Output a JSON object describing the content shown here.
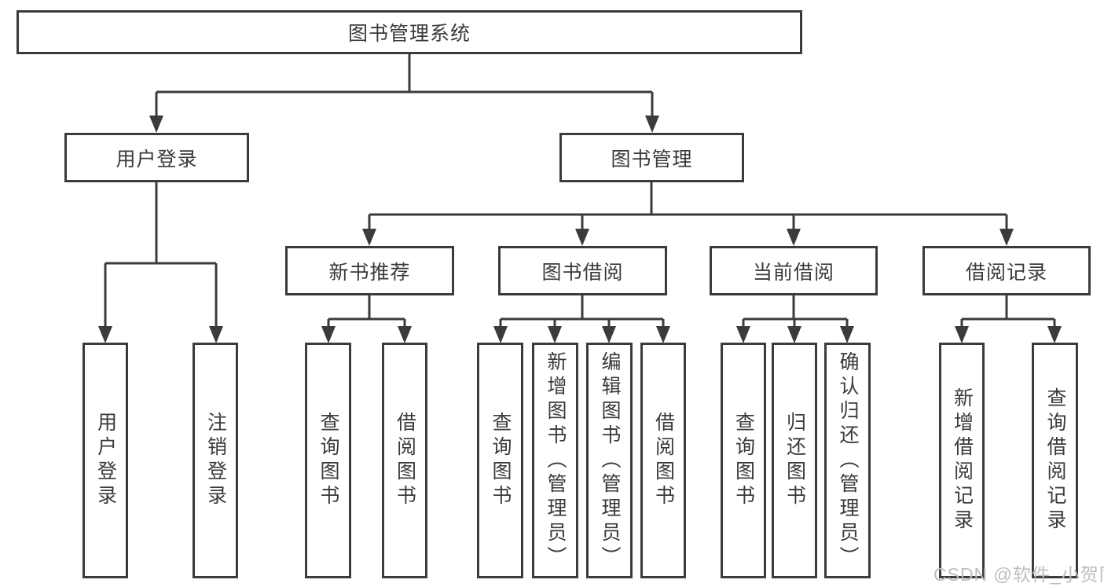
{
  "diagram": {
    "title": "图书管理系统",
    "level2": {
      "user_login": "用户登录",
      "book_mgmt": "图书管理"
    },
    "level3": {
      "new_book_rec": "新书推荐",
      "book_borrow": "图书借阅",
      "current_borrow": "当前借阅",
      "borrow_record": "借阅记录"
    },
    "leaves": {
      "user_login": "用户登录",
      "logout": "注销登录",
      "nbr_query": "查询图书",
      "nbr_borrow": "借阅图书",
      "bb_query": "查询图书",
      "bb_add": "新增图书（管理员）",
      "bb_edit": "编辑图书（管理员）",
      "bb_borrow": "借阅图书",
      "cb_query": "查询图书",
      "cb_return": "归还图书",
      "cb_confirm": "确认归还（管理员）",
      "br_add": "新增借阅记录",
      "br_query": "查询借阅记录"
    }
  },
  "watermark": "CSDN @软件_小贺同学",
  "colors": {
    "line": "#3b3b3b",
    "text": "#3a3a3a",
    "background": "#ffffff",
    "watermark": "#bdbdbd"
  }
}
